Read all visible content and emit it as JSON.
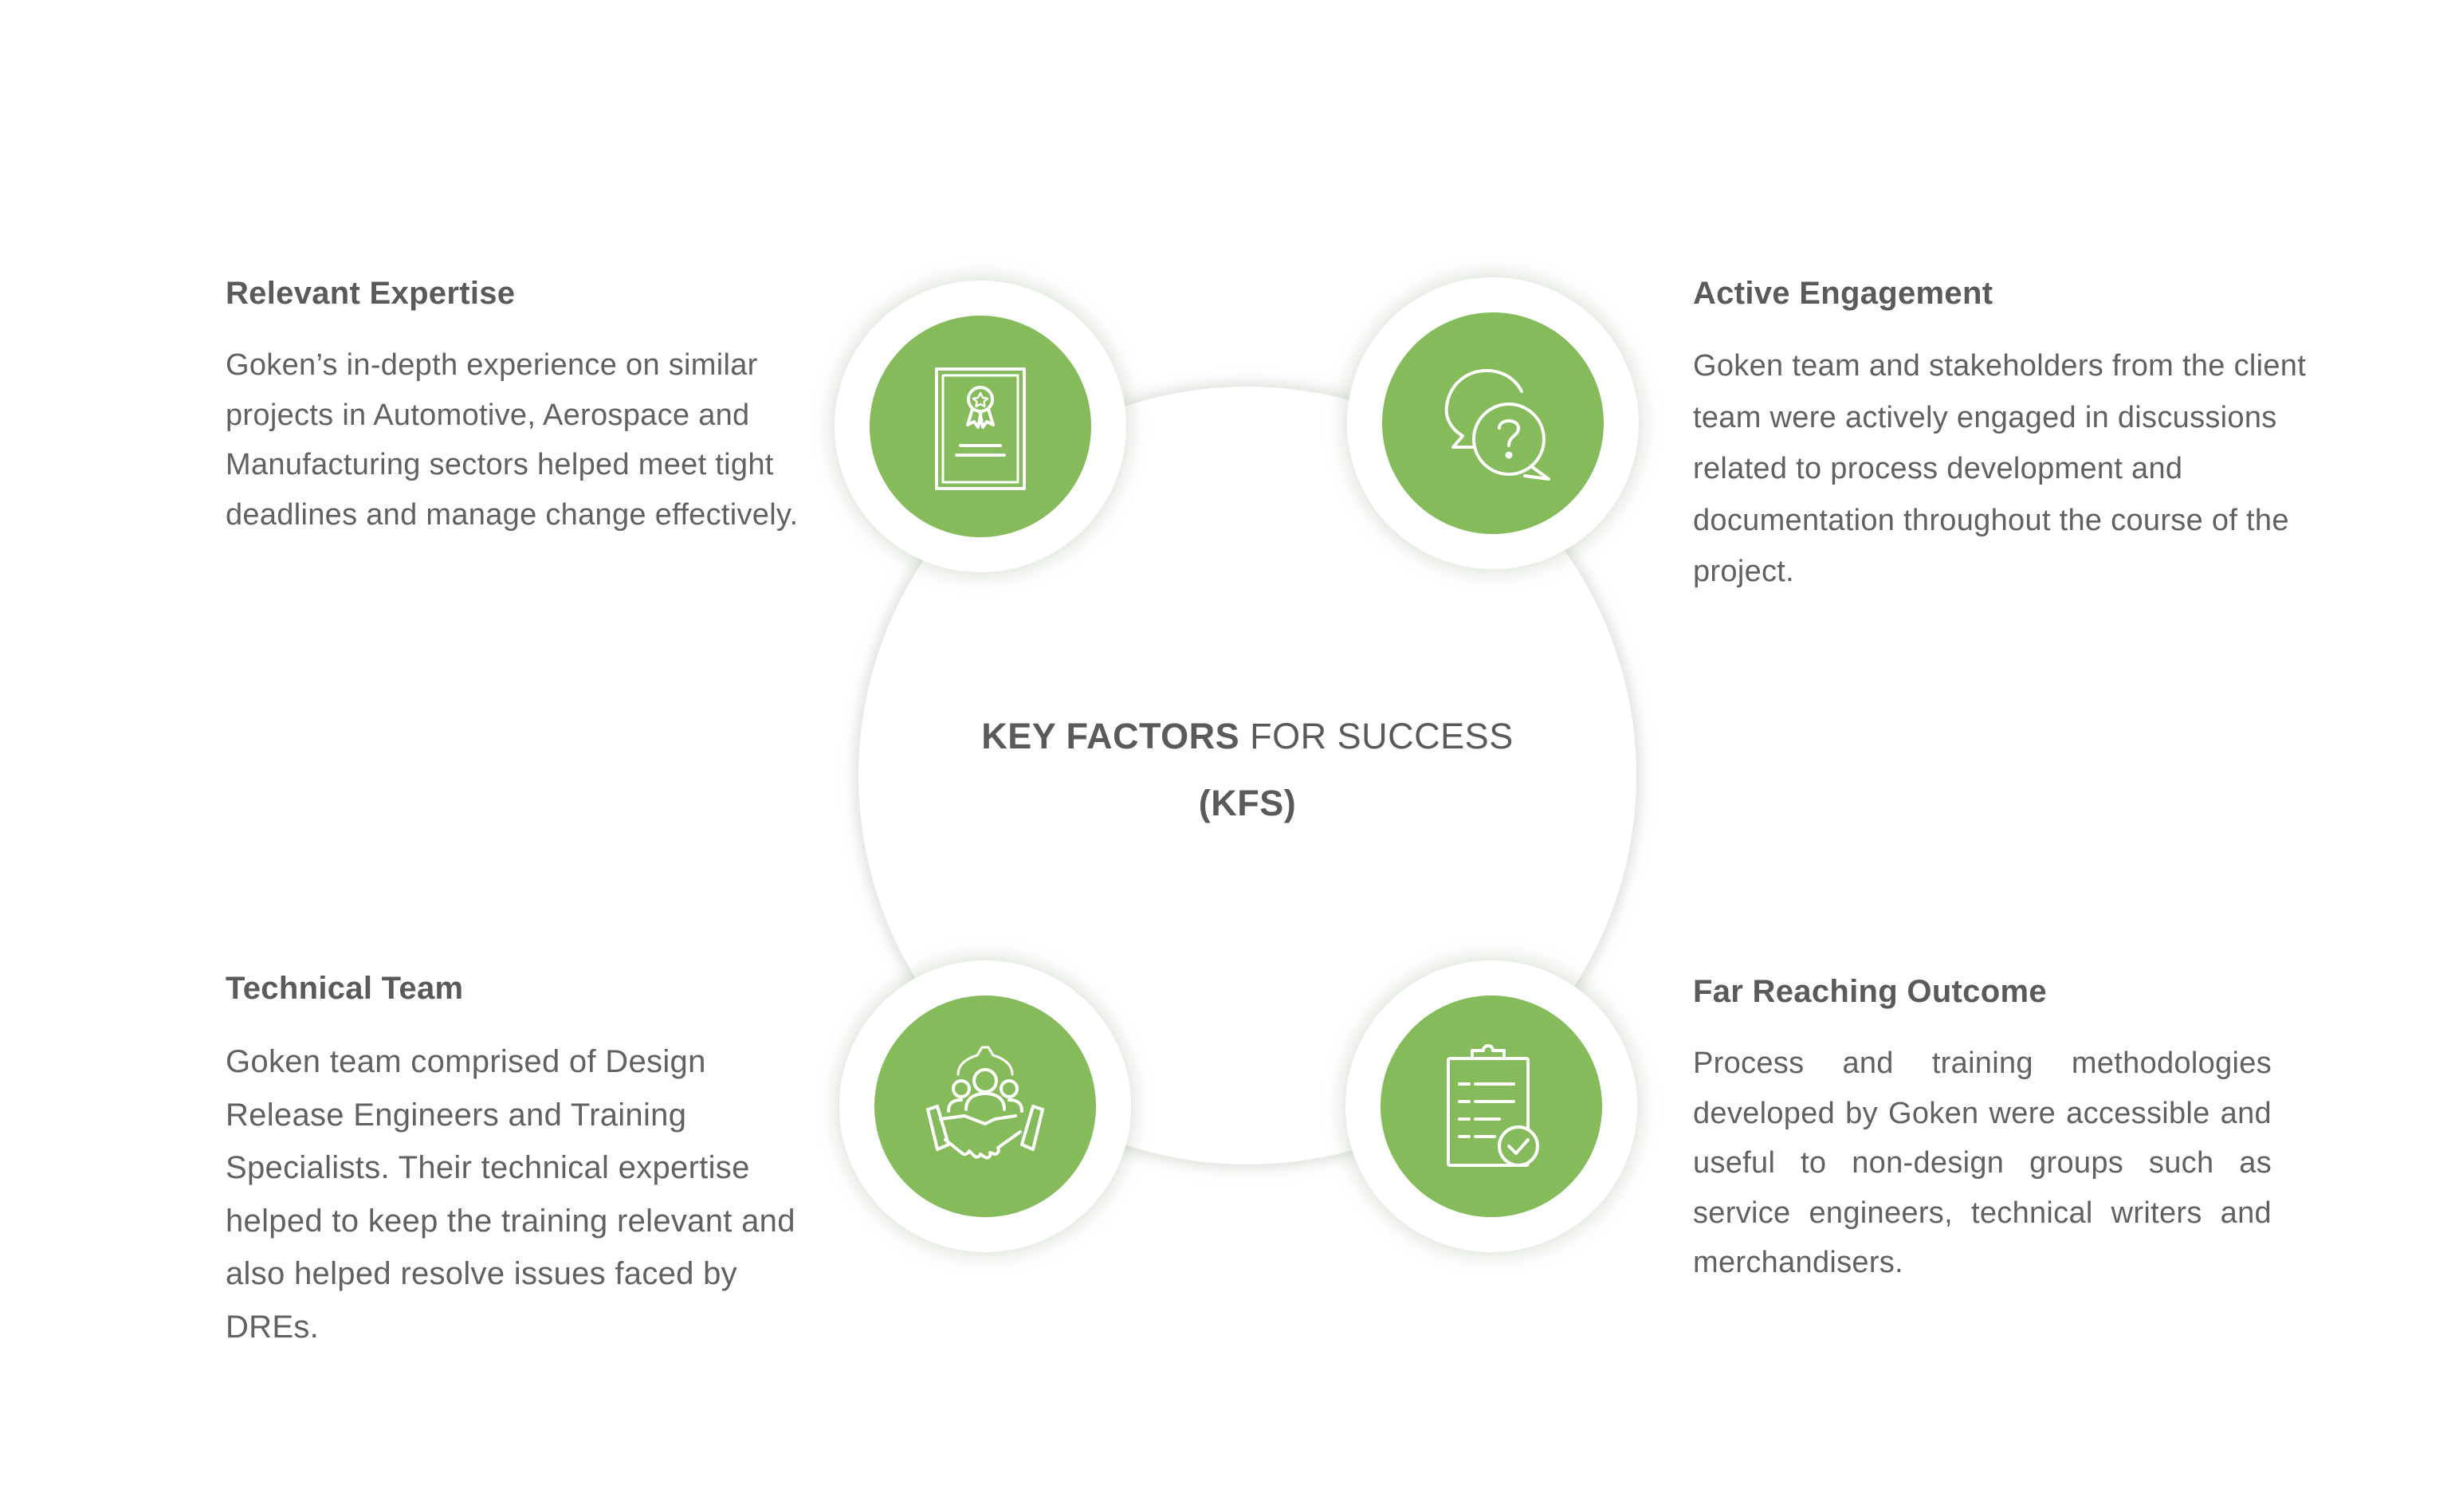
{
  "center": {
    "title_bold": "KEY FACTORS",
    "title_regular": " FOR SUCCESS",
    "subtitle": "(KFS)"
  },
  "factors": [
    {
      "title": "Relevant Expertise",
      "description": "Goken’s in-depth experience on similar projects in Automotive, Aerospace and Manufacturing sectors helped meet tight deadlines and manage change effectively.",
      "icon": "certificate-icon"
    },
    {
      "title": "Active Engagement",
      "description": "Goken team and stakeholders from the client team were actively engaged in discussions related to process development and documentation throughout the course of the project.",
      "icon": "discussion-bubbles-icon"
    },
    {
      "title": "Technical Team",
      "description": "Goken team comprised of Design Release Engineers and Training Specialists. Their technical expertise helped to keep the training relevant and  also helped resolve issues faced by DREs.",
      "icon": "team-handshake-icon"
    },
    {
      "title": "Far Reaching Outcome",
      "description": "Process and training methodologies developed by Goken were accessible and useful to non-design groups such as service engineers, technical writers and merchandisers.",
      "icon": "clipboard-check-icon"
    }
  ],
  "colors": {
    "accent_green": "#85bb5a",
    "text_gray": "#5a5a5a",
    "background": "#ffffff"
  }
}
